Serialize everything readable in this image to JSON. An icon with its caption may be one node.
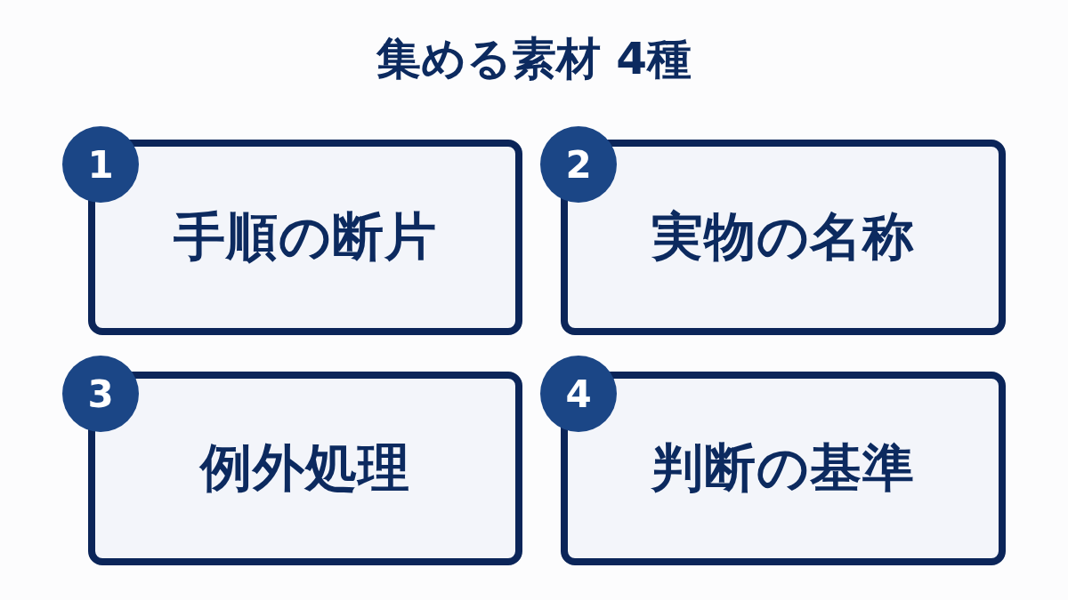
{
  "diagram": {
    "title": "集める素材 4種",
    "nodes": [
      {
        "text": [
          "1"
        ]
      },
      {
        "text": [
          "手順の断片"
        ]
      },
      {
        "text": [
          "2"
        ]
      },
      {
        "text": [
          "実物の名称"
        ]
      },
      {
        "text": [
          "3"
        ]
      },
      {
        "text": [
          "例外処理"
        ]
      },
      {
        "text": [
          "4"
        ]
      },
      {
        "text": [
          "判断の基準"
        ]
      }
    ]
  }
}
